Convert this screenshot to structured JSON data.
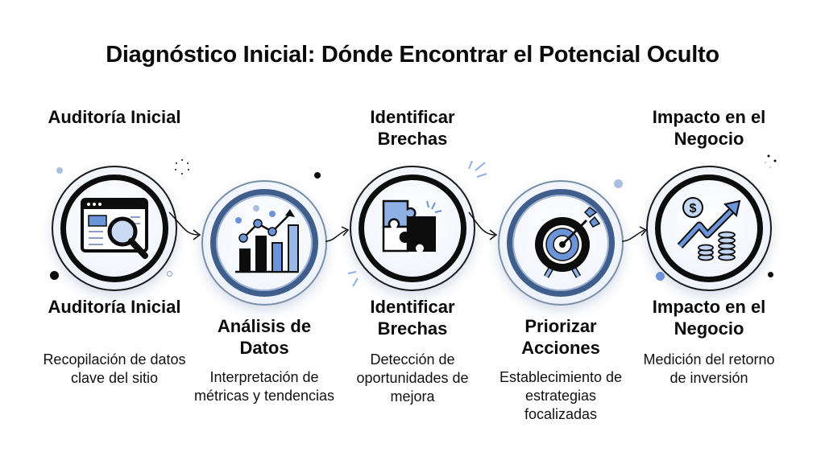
{
  "title": "Diagnóstico Inicial: Dónde Encontrar el Potencial Oculto",
  "colors": {
    "accent_blue": "#6b95d8",
    "dark": "#0d0d0d",
    "ring_blue": "#3f5e8c",
    "light_bg": "#eef3fb"
  },
  "steps": [
    {
      "top_label": "Auditoría Inicial",
      "label": "Auditoría Inicial",
      "description": "Recopilación de datos clave del sitio",
      "icon": "browser-magnifier-icon"
    },
    {
      "top_label": "",
      "label": "Análisis de Datos",
      "description": "Interpretación de métricas y tendencias",
      "icon": "bar-chart-trend-icon"
    },
    {
      "top_label": "Identificar Brechas",
      "label": "Identificar Brechas",
      "description": "Detección de oportunidades de mejora",
      "icon": "puzzle-pieces-icon"
    },
    {
      "top_label": "",
      "label": "Priorizar Acciones",
      "description": "Establecimiento de estrategias focalizadas",
      "icon": "target-arrow-icon"
    },
    {
      "top_label": "Impacto en el Negocio",
      "label": "Impacto en el Negocio",
      "description": "Medición del retorno de inversión",
      "icon": "money-growth-icon"
    }
  ]
}
